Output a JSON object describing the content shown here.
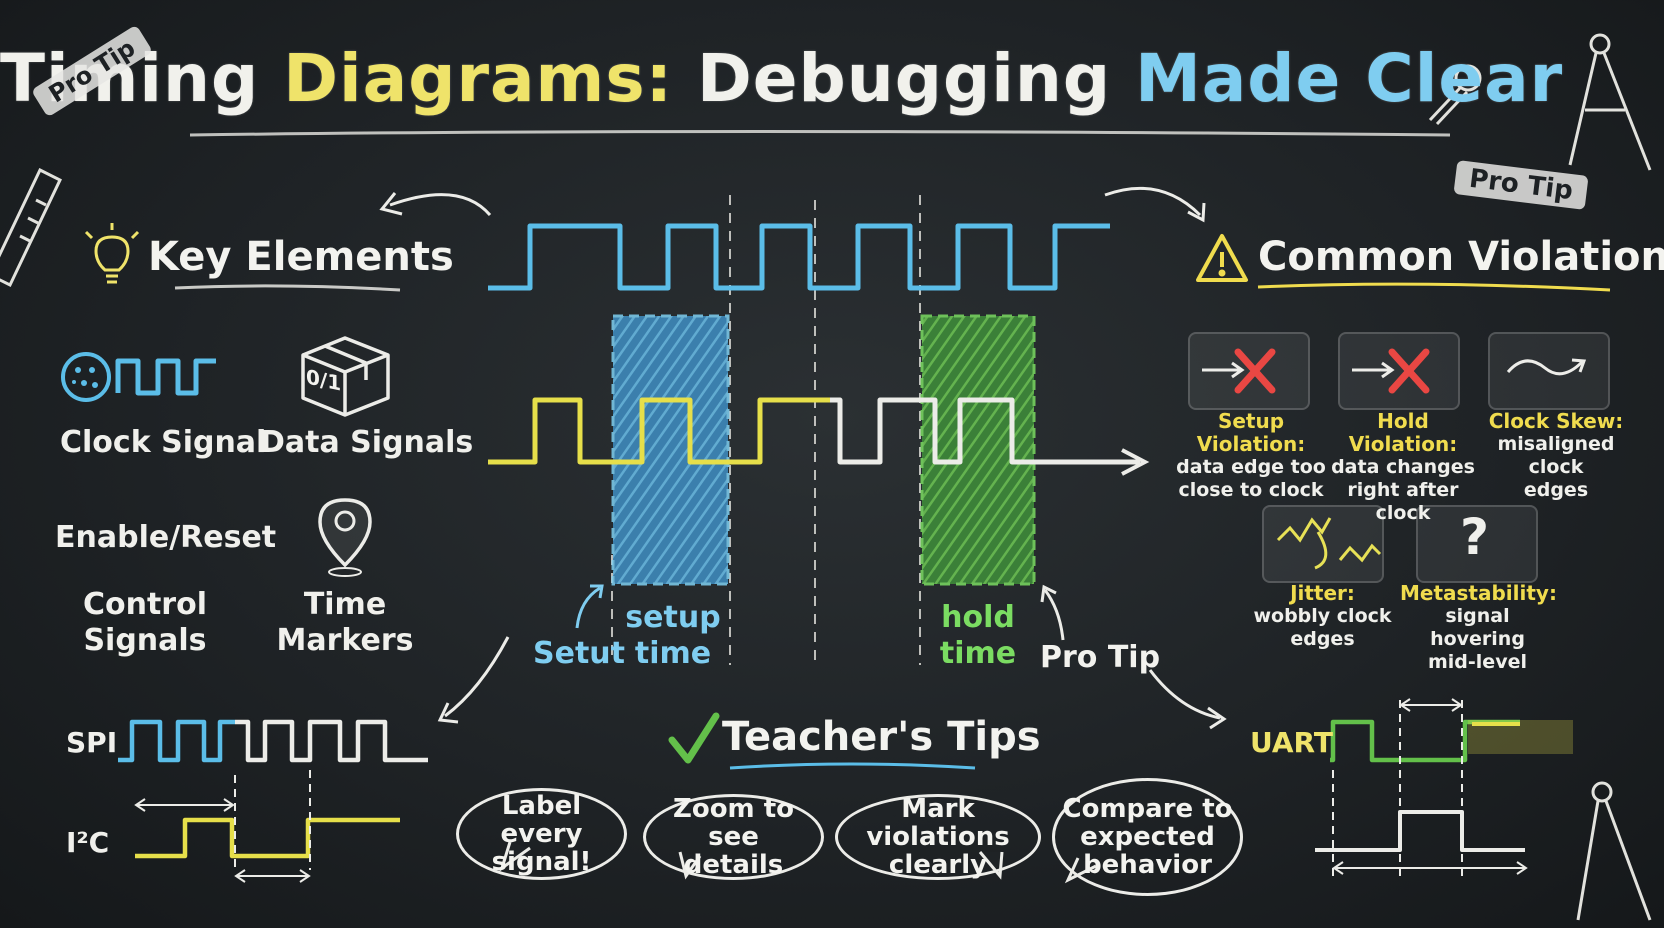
{
  "title": {
    "part1": "Timing",
    "part2": "Diagrams:",
    "part3": "Debugging",
    "part4": "Made Clear"
  },
  "tags": {
    "top_left": "Pro Tip",
    "top_right": "Pro Tip",
    "center": "Pro Tip"
  },
  "key_elements": {
    "heading": "Key Elements",
    "clock": "Clock Signal",
    "data": "Data Signals",
    "data_icon_text": "0/1",
    "enable": "Enable/Reset",
    "control_line1": "Control",
    "control_line2": "Signals",
    "time_line1": "Time",
    "time_line2": "Markers"
  },
  "center": {
    "setup_label": "Setut",
    "setup_time_line1": "setup",
    "setup_time_line2": "time",
    "hold_time_line1": "hold",
    "hold_time_line2": "time"
  },
  "violations": {
    "heading": "Common Violations",
    "items": [
      {
        "title": "Setup Violation:",
        "desc1": "data edge too",
        "desc2": "close to clock",
        "icon": "x-arrow-icon"
      },
      {
        "title": "Hold Violation:",
        "desc1": "data changes",
        "desc2": "right after clock",
        "icon": "x-arrow-icon"
      },
      {
        "title": "Clock Skew:",
        "desc1": "misaligned clock",
        "desc2": "edges",
        "icon": "wave-arrow-icon"
      },
      {
        "title": "Jitter:",
        "desc1": "wobbly clock",
        "desc2": "edges",
        "icon": "jitter-icon"
      },
      {
        "title": "Metastability:",
        "desc1": "signal hovering",
        "desc2": "mid-level",
        "icon": "question-icon"
      }
    ]
  },
  "protocols": {
    "spi": "SPI",
    "i2c": "I²C",
    "uart": "UART"
  },
  "tips": {
    "heading": "Teacher's Tips",
    "items": [
      {
        "line1": "Label every",
        "line2": "signal!"
      },
      {
        "line1": "Zoom to see",
        "line2": "details"
      },
      {
        "line1": "Mark violations",
        "line2": "clearly"
      },
      {
        "line1": "Compare to",
        "line2": "expected",
        "line3": "behavior"
      }
    ]
  },
  "colors": {
    "clock_blue": "#5bbde8",
    "data_yellow": "#e6df4a",
    "hold_green": "#63c04a",
    "warning_yellow": "#f0dc4e",
    "error_red": "#e83a35"
  }
}
